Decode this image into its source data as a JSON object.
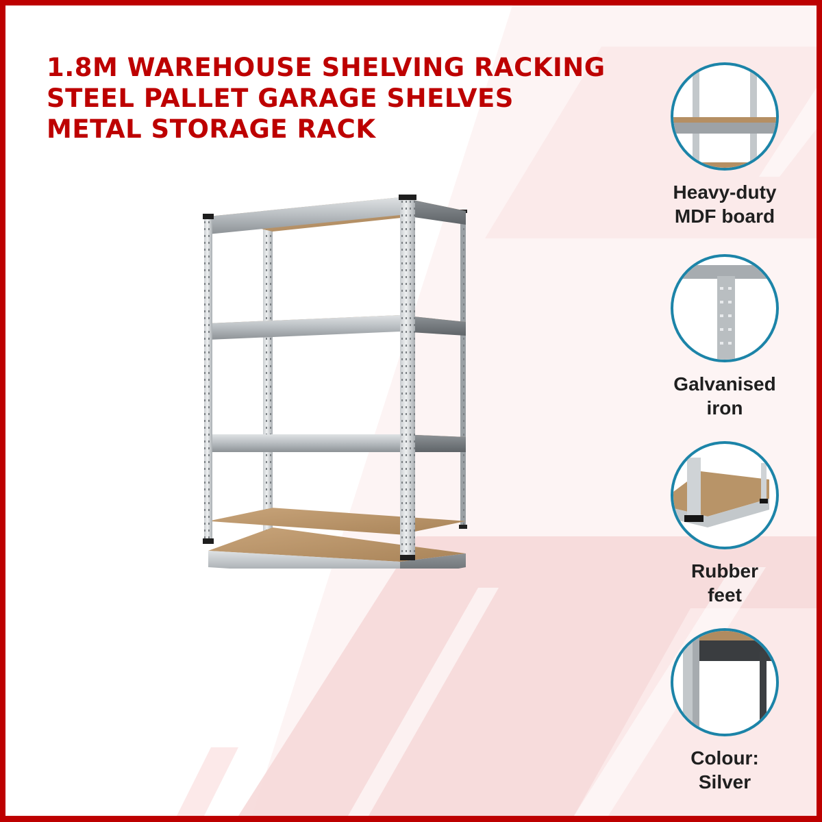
{
  "title": {
    "lines": [
      "1.8M WAREHOUSE SHELVING RACKING",
      "STEEL PALLET GARAGE SHELVES",
      "METAL STORAGE RACK"
    ]
  },
  "product_image": {
    "icon": "shelving-rack-image",
    "shelf_count": 5,
    "material": "galvanised steel with MDF boards"
  },
  "features": [
    {
      "icon": "mdf-board-closeup-icon",
      "lines": [
        "Heavy-duty",
        "MDF board"
      ]
    },
    {
      "icon": "galvanised-upright-closeup-icon",
      "lines": [
        "Galvanised",
        "iron"
      ]
    },
    {
      "icon": "rubber-feet-closeup-icon",
      "lines": [
        "Rubber",
        "feet"
      ]
    },
    {
      "icon": "silver-colour-closeup-icon",
      "lines": [
        "Colour:",
        "Silver"
      ]
    }
  ],
  "colors": {
    "brand_red": "#bd0000",
    "circle_border": "#1c84a8",
    "caption_text": "#1f1f1f",
    "background_tint": "#f7dcdc"
  }
}
